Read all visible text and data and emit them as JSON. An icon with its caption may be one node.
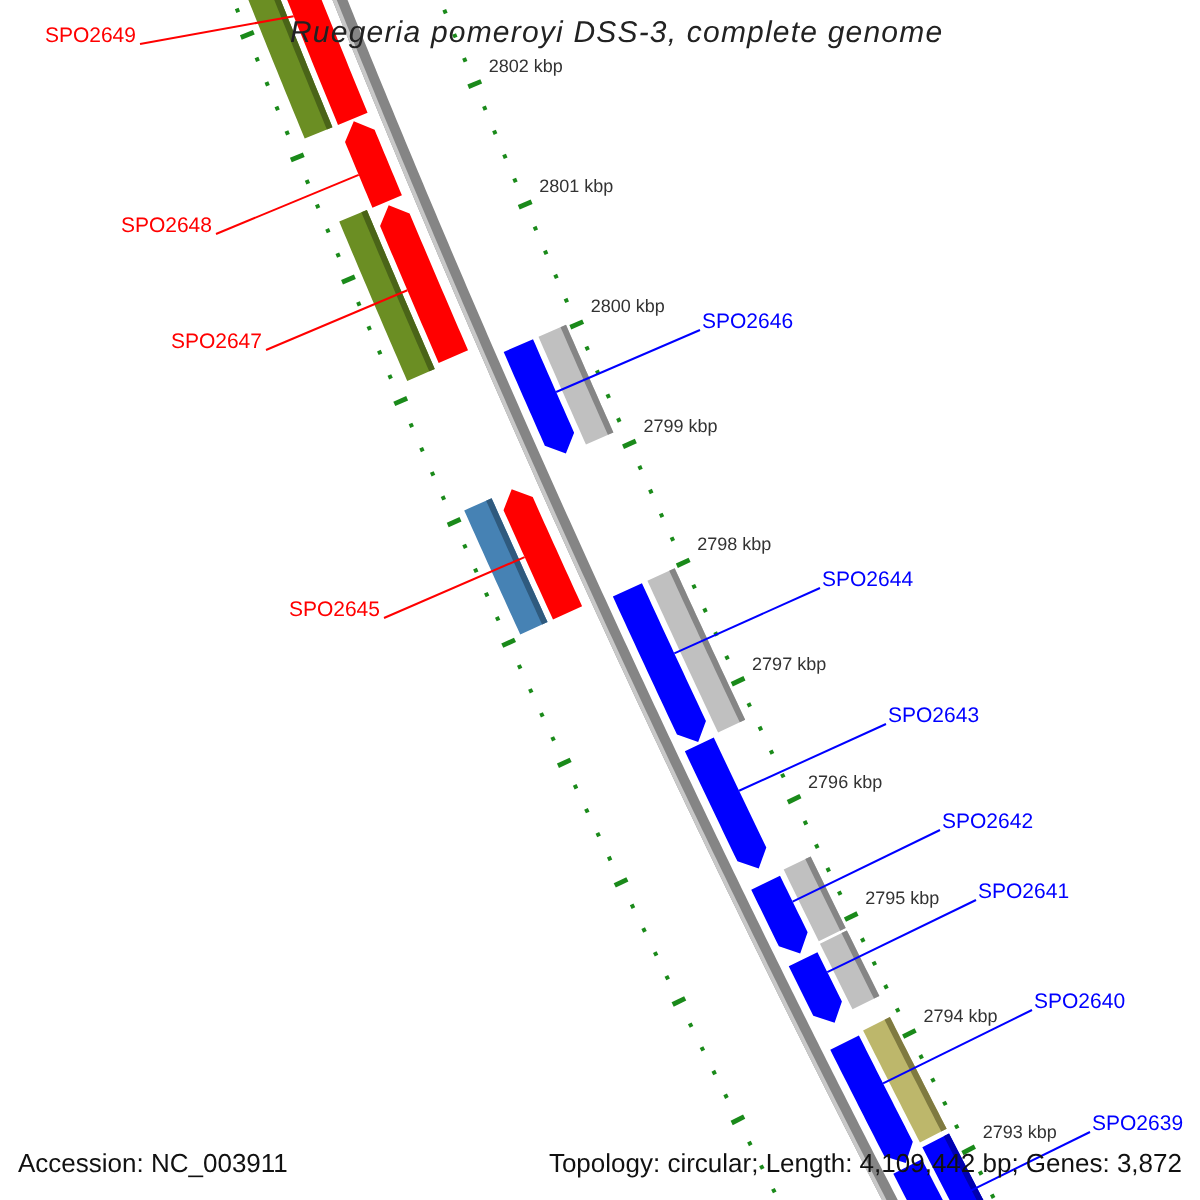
{
  "diagram": {
    "title": "Ruegeria pomeroyi DSS-3, complete genome",
    "nodes": [
      {
        "text": [
          "SPO2649"
        ]
      },
      {
        "text": [
          "SPO2648"
        ]
      },
      {
        "text": [
          "SPO2647"
        ]
      },
      {
        "text": [
          "SPO2646"
        ]
      },
      {
        "text": [
          "SPO2645"
        ]
      },
      {
        "text": [
          "SPO2644"
        ]
      },
      {
        "text": [
          "SPO2643"
        ]
      },
      {
        "text": [
          "SPO2642"
        ]
      },
      {
        "text": [
          "SPO2641"
        ]
      },
      {
        "text": [
          "SPO2640"
        ]
      },
      {
        "text": [
          "SPO2639"
        ]
      },
      {
        "text": [],
        "shape": "bar"
      },
      {
        "text": [],
        "shape": "bar"
      },
      {
        "text": [],
        "shape": "bar"
      },
      {
        "text": [],
        "shape": "bar"
      },
      {
        "text": [],
        "shape": "bar"
      },
      {
        "text": [],
        "shape": "bar"
      },
      {
        "text": [],
        "shape": "bar"
      },
      {
        "text": [],
        "shape": "bar"
      },
      {
        "text": [],
        "shape": "bar"
      },
      {
        "text": [],
        "shape": "bar"
      },
      {
        "text": [],
        "shape": "bar"
      }
    ],
    "edges": [
      {
        "from": 0,
        "to": 11,
        "arrow": "none",
        "color": "#ff0000"
      },
      {
        "from": 1,
        "to": 12,
        "arrow": "none",
        "color": "#ff0000"
      },
      {
        "from": 2,
        "to": 13,
        "arrow": "none",
        "color": "#ff0000"
      },
      {
        "from": 3,
        "to": 14,
        "arrow": "none"
      },
      {
        "from": 4,
        "to": 15,
        "arrow": "none",
        "color": "#ff0000"
      },
      {
        "from": 5,
        "to": 16,
        "arrow": "none"
      },
      {
        "from": 6,
        "to": 17,
        "arrow": "none"
      },
      {
        "from": 7,
        "to": 18,
        "arrow": "none"
      },
      {
        "from": 8,
        "to": 19,
        "arrow": "none"
      },
      {
        "from": 9,
        "to": 20,
        "arrow": "none"
      },
      {
        "from": 10,
        "to": 21,
        "arrow": "none"
      }
    ],
    "labels": [
      "2802 kbp",
      "2801 kbp",
      "2800 kbp",
      "2799 kbp",
      "2798 kbp",
      "2797 kbp",
      "2796 kbp",
      "2795 kbp",
      "2794 kbp",
      "2793 kbp",
      "Accession: NC_003911",
      "Topology: circular; Length: 4,109,442 bp; Genes: 3,872"
    ]
  }
}
